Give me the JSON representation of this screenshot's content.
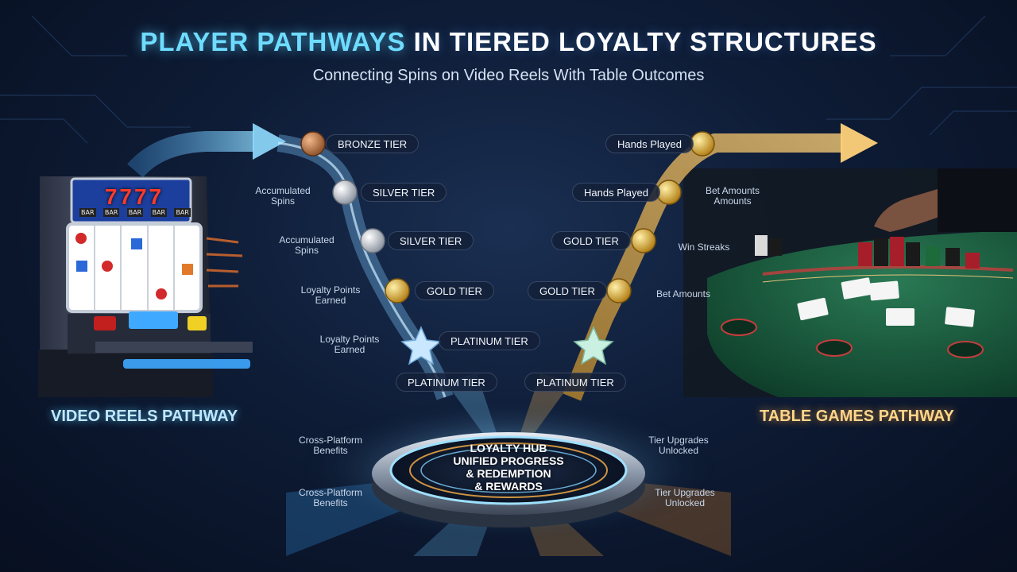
{
  "header": {
    "title_highlight": "PLAYER PATHWAYS",
    "title_rest": " IN TIERED LOYALTY STRUCTURES",
    "subtitle": "Connecting Spins on Video Reels With Table Outcomes"
  },
  "left_pathway": {
    "label": "VIDEO REELS PATHWAY",
    "tiers": [
      "BRONZE TIER",
      "SILVER TIER",
      "SILVER TIER",
      "GOLD TIER",
      "PLATINUM TIER",
      "PLATINUM TIER"
    ],
    "metrics": [
      [
        "Accumulated",
        "Spins"
      ],
      [
        "Accumulated",
        "Spins"
      ],
      [
        "Loyalty Points",
        "Earned"
      ],
      [
        "Loyalty Points",
        "Earned"
      ]
    ],
    "benefits": [
      [
        "Cross-Platform",
        "Benefits"
      ],
      [
        "Cross-Platform",
        "Benefits"
      ]
    ]
  },
  "right_pathway": {
    "label": "TABLE GAMES PATHWAY",
    "tiers": [
      "GOLD TIER",
      "GOLD TIER",
      "PLATINUM TIER"
    ],
    "metrics": [
      "Hands Played",
      "Hands Played",
      "Bet Amounts",
      "Win Streaks",
      "Bet Amounts"
    ],
    "metric_two_line": [
      "Bet Amounts",
      "Amounts"
    ],
    "upgrades": [
      [
        "Tier Upgrades",
        "Unlocked"
      ],
      [
        "Tier Upgrades",
        "Unlocked"
      ]
    ]
  },
  "hub": {
    "lines": [
      "LOYALTY HUB",
      "UNIFIED PROGRESS",
      "& REDEMPTION",
      "& REWARDS"
    ]
  },
  "slot_machine": {
    "top_display": "7777",
    "reel_symbols": [
      "BAR",
      "BAR",
      "BAR",
      "BAR",
      "BAR"
    ]
  },
  "colors": {
    "reels_accent": "#4fc3ff",
    "table_accent": "#ffb347",
    "bronze": "#c07a45",
    "silver": "#c9ced6",
    "gold": "#e8b93a",
    "felt": "#17553a"
  }
}
